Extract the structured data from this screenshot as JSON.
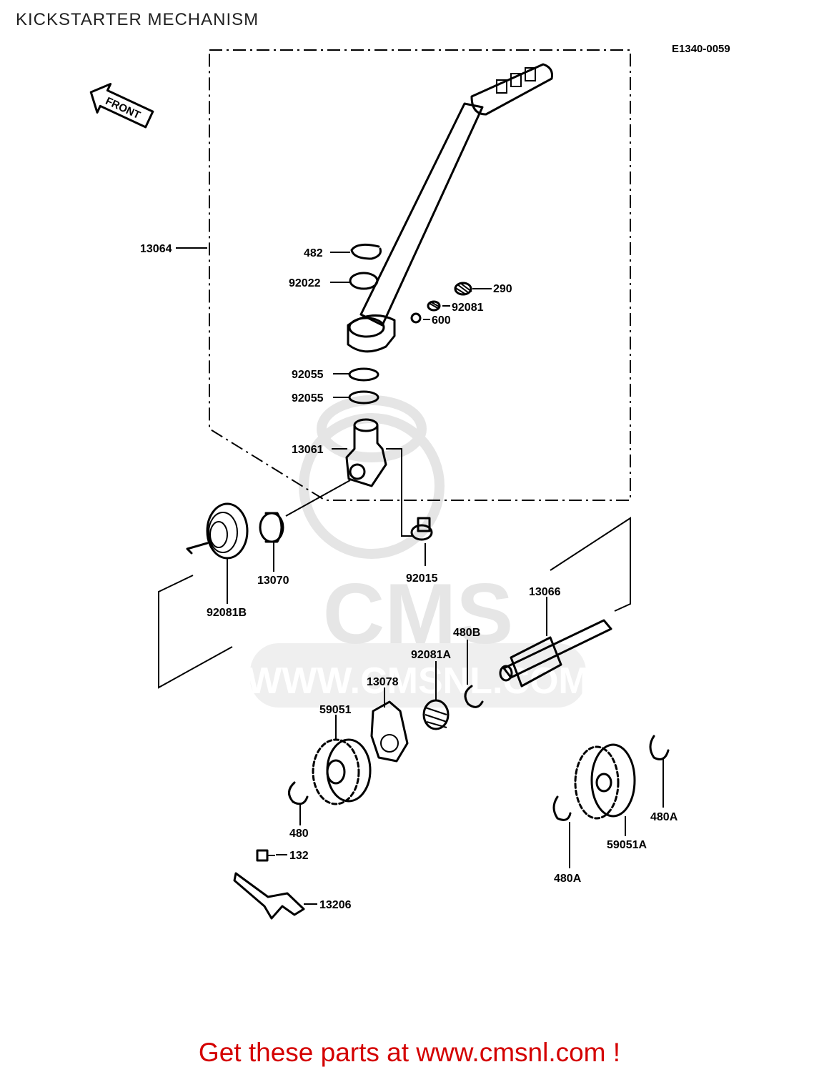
{
  "page": {
    "title": "KICKSTARTER MECHANISM",
    "diagram_code": "E1340-0059",
    "front_arrow_label": "FRONT",
    "cta": "Get these parts at www.cmsnl.com !"
  },
  "parts": [
    {
      "id": "13064",
      "label": "13064"
    },
    {
      "id": "482",
      "label": "482"
    },
    {
      "id": "92022",
      "label": "92022"
    },
    {
      "id": "290",
      "label": "290"
    },
    {
      "id": "92081",
      "label": "92081"
    },
    {
      "id": "600",
      "label": "600"
    },
    {
      "id": "92055a",
      "label": "92055"
    },
    {
      "id": "92055b",
      "label": "92055"
    },
    {
      "id": "13061",
      "label": "13061"
    },
    {
      "id": "13070",
      "label": "13070"
    },
    {
      "id": "92015",
      "label": "92015"
    },
    {
      "id": "92081B",
      "label": "92081B"
    },
    {
      "id": "13066",
      "label": "13066"
    },
    {
      "id": "480B",
      "label": "480B"
    },
    {
      "id": "92081A",
      "label": "92081A"
    },
    {
      "id": "13078",
      "label": "13078"
    },
    {
      "id": "59051",
      "label": "59051"
    },
    {
      "id": "480",
      "label": "480"
    },
    {
      "id": "132",
      "label": "132"
    },
    {
      "id": "13206",
      "label": "13206"
    },
    {
      "id": "480A_a",
      "label": "480A"
    },
    {
      "id": "59051A",
      "label": "59051A"
    },
    {
      "id": "480A_b",
      "label": "480A"
    }
  ],
  "watermark": {
    "logo_text": "CMS",
    "url_text": "WWW.CMSNL.COM"
  }
}
